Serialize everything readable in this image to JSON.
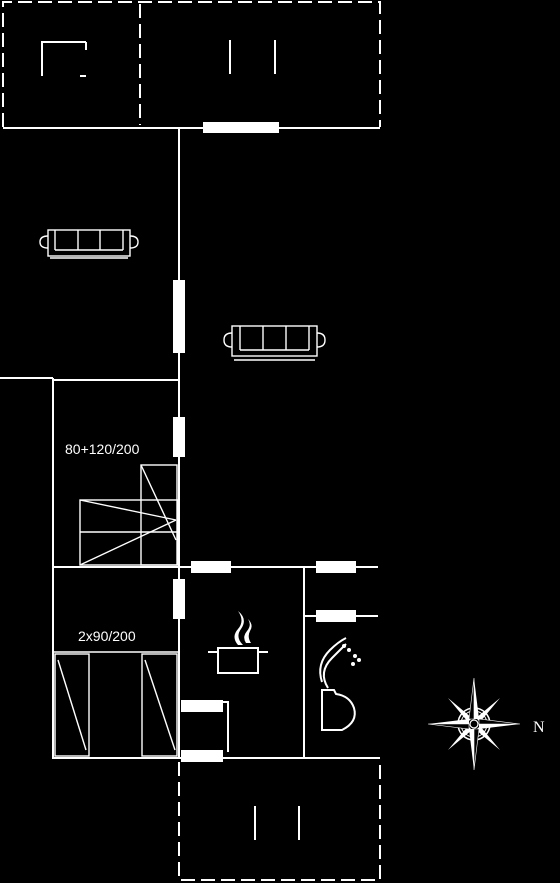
{
  "plan": {
    "bedroom_upper_label": "80+120/200",
    "bedroom_lower_label": "2x90/200",
    "compass_label": "N"
  }
}
